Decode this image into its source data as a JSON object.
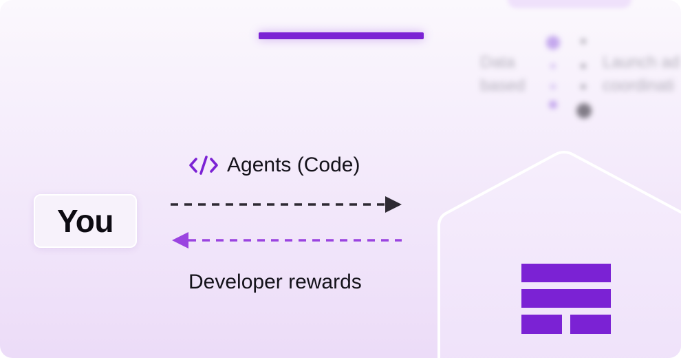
{
  "diagram": {
    "you_label": "You",
    "agents_label": "Agents (Code)",
    "rewards_label": "Developer rewards",
    "code_icon": "code-brackets-icon",
    "platform_icon": "stacked-bars-logo-icon",
    "colors": {
      "accent": "#7b22d4",
      "accent_light": "#9a44e0",
      "dark_arrow": "#2e2a33",
      "text": "#14121a",
      "background_top": "#fbf8fd",
      "background_bottom": "#ecdcf8"
    }
  },
  "background": {
    "blurred_left_text": "Data\nbased",
    "blurred_right_text": "Launch ad\ncoordinati"
  }
}
